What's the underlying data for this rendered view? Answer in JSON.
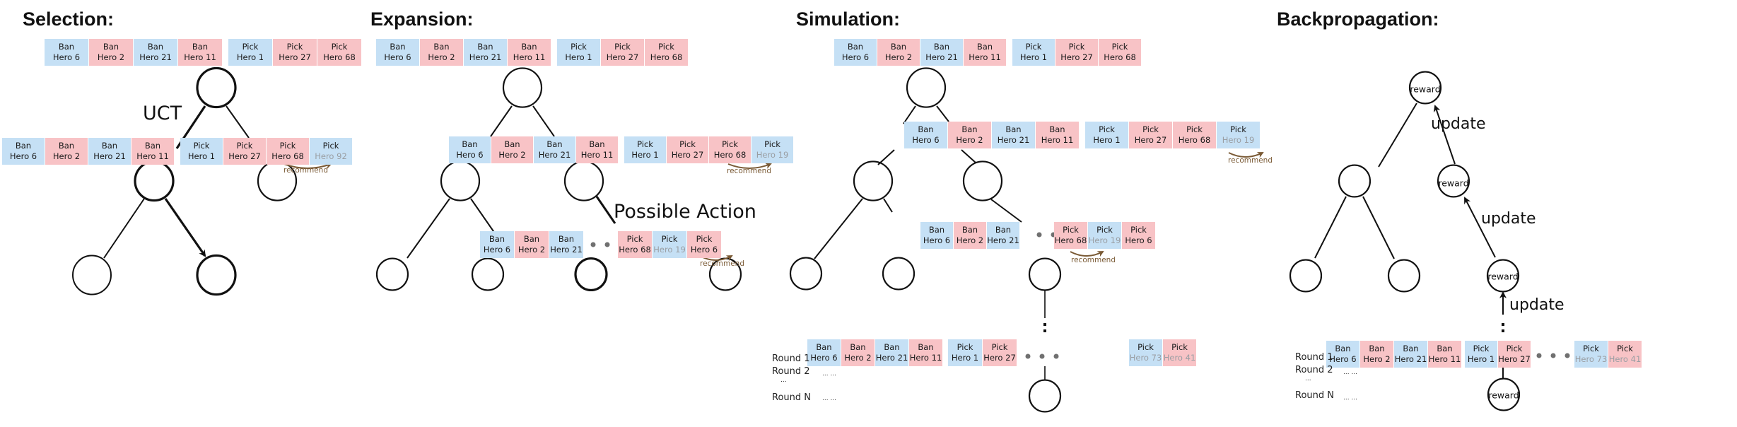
{
  "panels": {
    "selection": {
      "title": "Selection:"
    },
    "expansion": {
      "title": "Expansion:"
    },
    "simulation": {
      "title": "Simulation:"
    },
    "backpropagation": {
      "title": "Backpropagation:"
    }
  },
  "labels": {
    "uct": "UCT",
    "possible_action": "Possible Action",
    "recommend": "recommend",
    "update": "update",
    "reward": "reward",
    "round_1": "Round 1",
    "round_2": "Round 2",
    "round_ellipsis": "...",
    "round_n": "Round N",
    "row_ellipsis": "... ..."
  },
  "colors": {
    "blue_team": "#c5e0f5",
    "red_team": "#f8c3c6",
    "predicted_text": "#9a9ea3",
    "recommend_arrow": "#7a5a35",
    "ellipsis_dots": "#707070"
  },
  "sequences": {
    "base_draft": [
      {
        "action": "Ban",
        "hero": "Hero 6",
        "team": "blue"
      },
      {
        "action": "Ban",
        "hero": "Hero 2",
        "team": "red"
      },
      {
        "action": "Ban",
        "hero": "Hero 21",
        "team": "blue"
      },
      {
        "action": "Ban",
        "hero": "Hero 11",
        "team": "red"
      },
      {
        "action": "Pick",
        "hero": "Hero 1",
        "team": "blue"
      },
      {
        "action": "Pick",
        "hero": "Hero 27",
        "team": "red"
      },
      {
        "action": "Pick",
        "hero": "Hero 68",
        "team": "red"
      }
    ],
    "selection_child": [
      {
        "action": "Ban",
        "hero": "Hero 6",
        "team": "blue"
      },
      {
        "action": "Ban",
        "hero": "Hero 2",
        "team": "red"
      },
      {
        "action": "Ban",
        "hero": "Hero 21",
        "team": "blue"
      },
      {
        "action": "Ban",
        "hero": "Hero 11",
        "team": "red"
      },
      {
        "action": "Pick",
        "hero": "Hero 1",
        "team": "blue"
      },
      {
        "action": "Pick",
        "hero": "Hero 27",
        "team": "red"
      },
      {
        "action": "Pick",
        "hero": "Hero 68",
        "team": "red"
      },
      {
        "action": "Pick",
        "hero": "Hero 92",
        "team": "blue",
        "predicted": true
      }
    ],
    "expansion_child": [
      {
        "action": "Ban",
        "hero": "Hero 6",
        "team": "blue"
      },
      {
        "action": "Ban",
        "hero": "Hero 2",
        "team": "red"
      },
      {
        "action": "Ban",
        "hero": "Hero 21",
        "team": "blue"
      },
      {
        "action": "Ban",
        "hero": "Hero 11",
        "team": "red"
      },
      {
        "action": "Pick",
        "hero": "Hero 1",
        "team": "blue"
      },
      {
        "action": "Pick",
        "hero": "Hero 27",
        "team": "red"
      },
      {
        "action": "Pick",
        "hero": "Hero 68",
        "team": "red"
      },
      {
        "action": "Pick",
        "hero": "Hero 19",
        "team": "blue",
        "predicted": true
      }
    ],
    "possible_action_head": [
      {
        "action": "Ban",
        "hero": "Hero 6",
        "team": "blue"
      },
      {
        "action": "Ban",
        "hero": "Hero 2",
        "team": "red"
      },
      {
        "action": "Ban",
        "hero": "Hero 21",
        "team": "blue"
      }
    ],
    "possible_action_tail": [
      {
        "action": "Pick",
        "hero": "Hero 68",
        "team": "red"
      },
      {
        "action": "Pick",
        "hero": "Hero 19",
        "team": "blue",
        "predicted": true
      },
      {
        "action": "Pick",
        "hero": "Hero 6",
        "team": "red"
      }
    ],
    "round_head": [
      {
        "action": "Ban",
        "hero": "Hero 6",
        "team": "blue"
      },
      {
        "action": "Ban",
        "hero": "Hero 2",
        "team": "red"
      },
      {
        "action": "Ban",
        "hero": "Hero 21",
        "team": "blue"
      },
      {
        "action": "Ban",
        "hero": "Hero 11",
        "team": "red"
      }
    ],
    "round_mid": [
      {
        "action": "Pick",
        "hero": "Hero 1",
        "team": "blue"
      },
      {
        "action": "Pick",
        "hero": "Hero 27",
        "team": "red"
      }
    ],
    "round_tail": [
      {
        "action": "Pick",
        "hero": "Hero 73",
        "team": "blue",
        "predicted": true
      },
      {
        "action": "Pick",
        "hero": "Hero 41",
        "team": "red",
        "predicted": true
      }
    ]
  }
}
